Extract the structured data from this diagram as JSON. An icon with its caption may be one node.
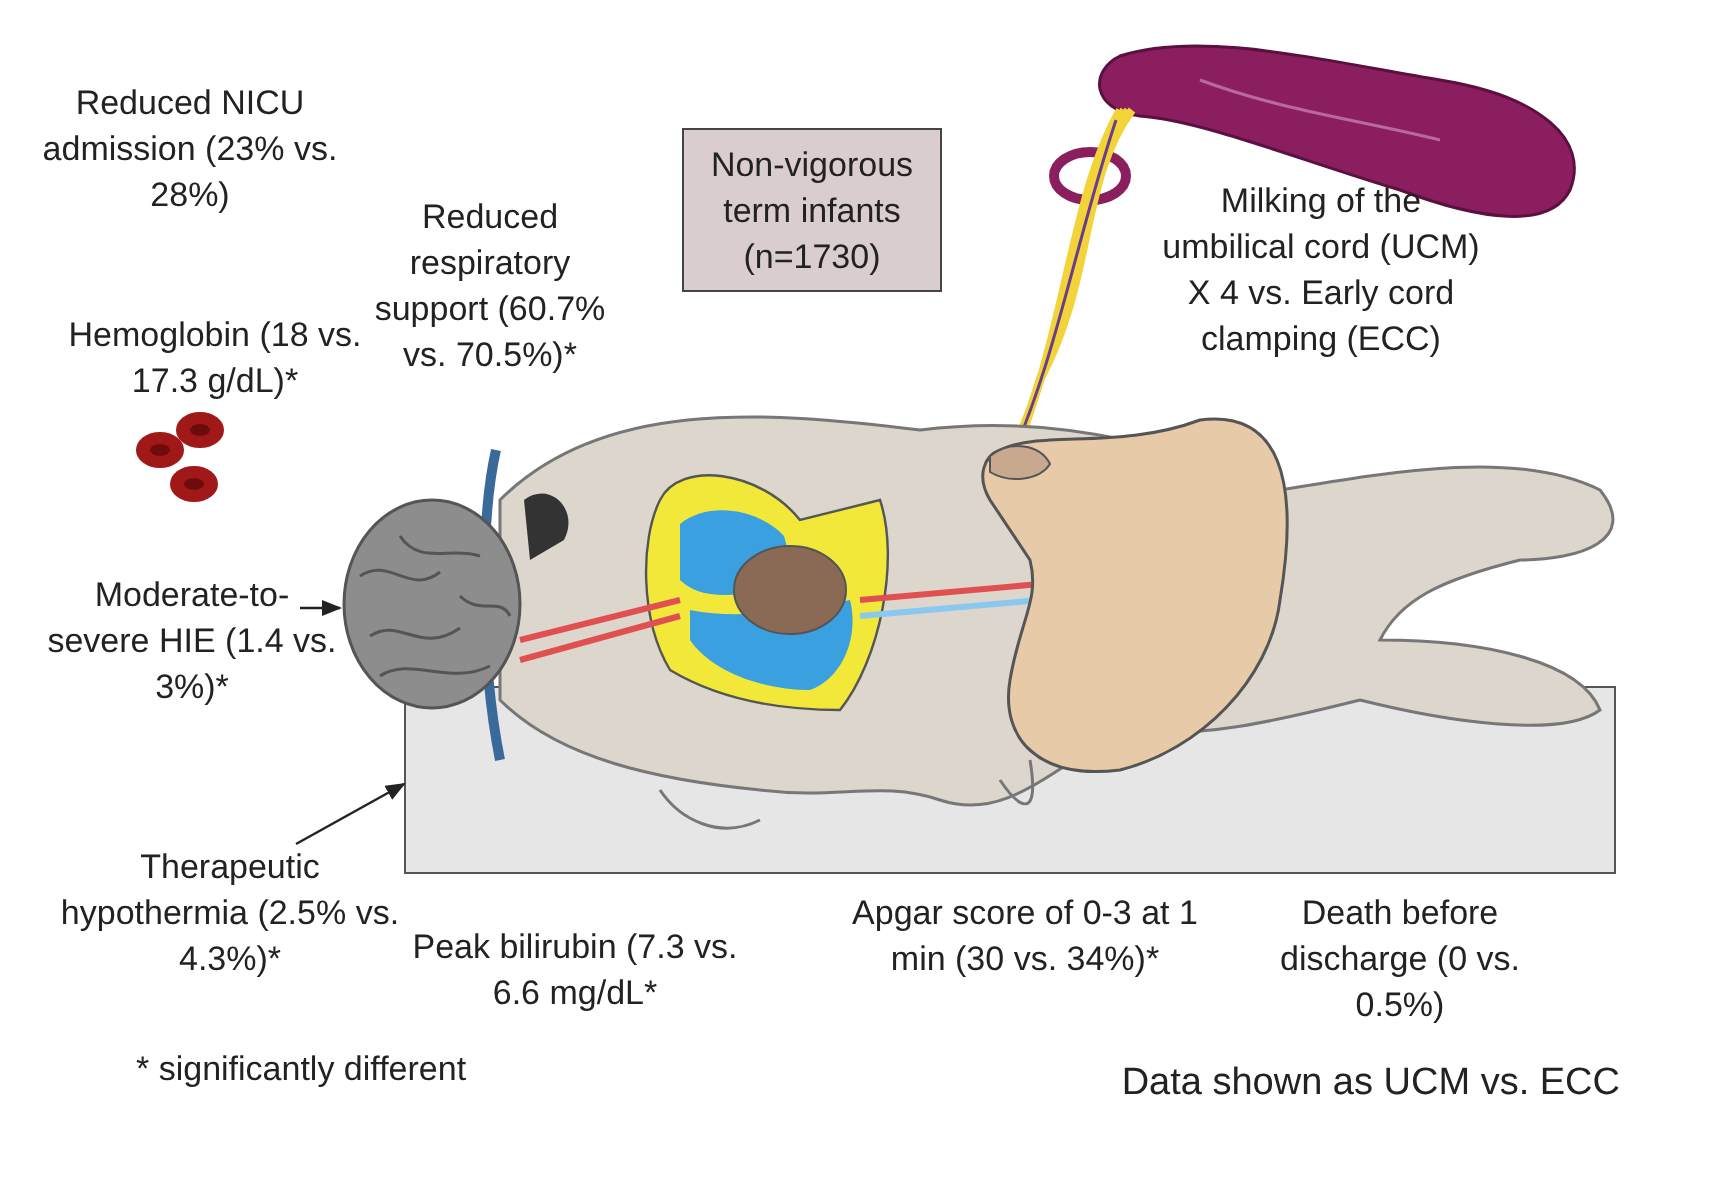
{
  "diagram": {
    "nodes": [
      {
        "text": [
          "Non-vigorous term infants (n=1730)"
        ]
      },
      {
        "text": [
          "Moderate-to-severe HIE (1.4 vs. 3%)*"
        ]
      },
      {
        "text": [],
        "shape": "picture"
      },
      {
        "text": [
          "Therapeutic hypothermia (2.5% vs. 4.3%)*"
        ]
      },
      {
        "text": [],
        "shape": "box"
      }
    ],
    "edges": [
      {
        "from": 1,
        "to": 2,
        "arrow": "to"
      },
      {
        "from": 3,
        "to": 4,
        "arrow": "to"
      }
    ],
    "labels": [
      "Reduced NICU admission (23% vs. 28%)",
      "Reduced respiratory support (60.7% vs. 70.5%)*",
      "Milking of the umbilical cord (UCM) X 4 vs. Early cord clamping (ECC)",
      "Hemoglobin (18 vs. 17.3 g/dL)*",
      "Peak bilirubin (7.3 vs. 6.6 mg/dL*",
      "Apgar score of 0-3 at 1 min (30 vs. 34%)*",
      "Death before discharge (0 vs. 0.5%)",
      "* significantly different",
      "Data shown as UCM vs. ECC"
    ]
  }
}
